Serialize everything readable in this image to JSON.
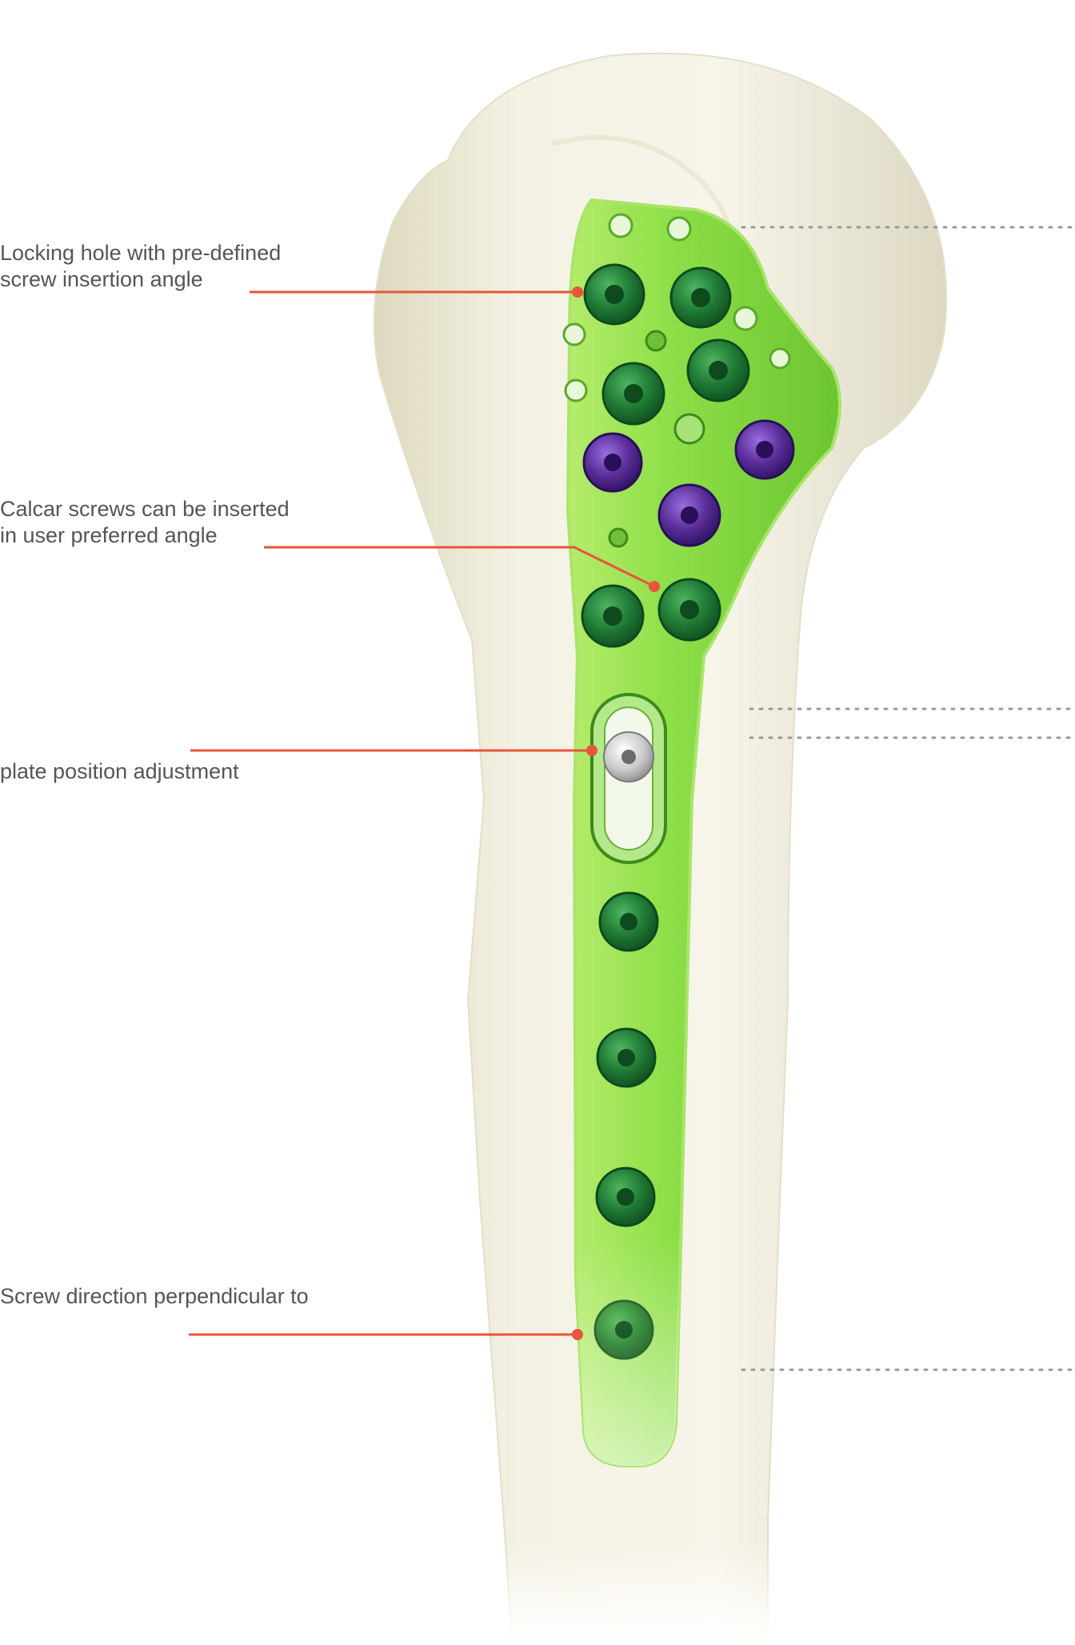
{
  "callouts": [
    {
      "lines": [
        "Locking hole with pre-defined",
        "screw insertion angle"
      ]
    },
    {
      "lines": [
        "Calcar screws can be inserted",
        "in user preferred angle"
      ]
    },
    {
      "lines": [
        "plate position adjustment"
      ]
    },
    {
      "lines": [
        "Screw direction perpendicular to"
      ]
    }
  ],
  "colors": {
    "leader": "#e8553a",
    "bone": "#f1efdf",
    "plate": "#8ee04a",
    "screw_green": "#1f7a35",
    "screw_purple": "#5a2e99",
    "label_text": "#555555",
    "dotted_line": "#9a9a9a"
  }
}
